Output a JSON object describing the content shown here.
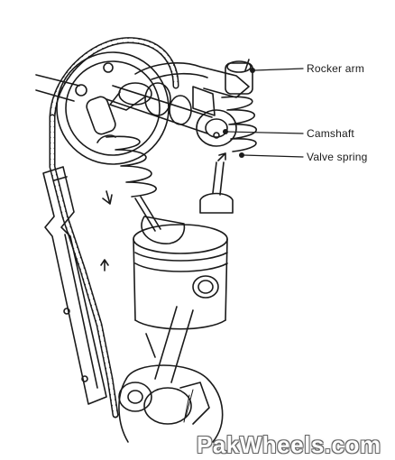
{
  "labels": {
    "rocker_arm": "Rocker arm",
    "camshaft": "Camshaft",
    "valve_spring": "Valve spring"
  },
  "watermark": "PakWheels.com",
  "colors": {
    "line": "#1a1a1a",
    "background": "#ffffff",
    "watermark_outline": "#666666"
  }
}
